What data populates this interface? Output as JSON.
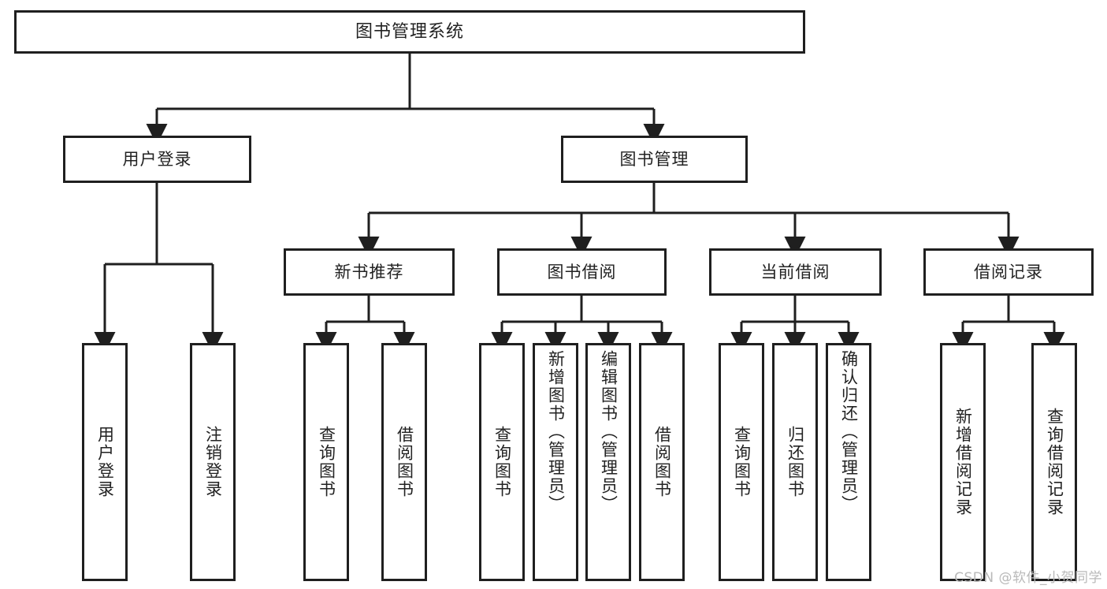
{
  "diagram": {
    "title": "图书管理系统",
    "type": "tree-hierarchy",
    "root": {
      "label": "图书管理系统"
    },
    "level2": [
      {
        "label": "用户登录"
      },
      {
        "label": "图书管理"
      }
    ],
    "level3": [
      {
        "label": "新书推荐"
      },
      {
        "label": "图书借阅"
      },
      {
        "label": "当前借阅"
      },
      {
        "label": "借阅记录"
      }
    ],
    "leaves": {
      "user_login": [
        {
          "label": "用户登录"
        },
        {
          "label": "注销登录"
        }
      ],
      "new_book_recommend": [
        {
          "label": "查询图书"
        },
        {
          "label": "借阅图书"
        }
      ],
      "book_borrow": [
        {
          "label": "查询图书"
        },
        {
          "label": "新增图书（管理员）"
        },
        {
          "label": "编辑图书（管理员）"
        },
        {
          "label": "借阅图书"
        }
      ],
      "current_borrow": [
        {
          "label": "查询图书"
        },
        {
          "label": "归还图书"
        },
        {
          "label": "确认归还（管理员）"
        }
      ],
      "borrow_record": [
        {
          "label": "新增借阅记录"
        },
        {
          "label": "查询借阅记录"
        }
      ]
    }
  },
  "watermark": {
    "text": "CSDN @软件_小贺同学"
  },
  "colors": {
    "stroke": "#1f1f1f",
    "background": "#ffffff",
    "text": "#222222",
    "watermark": "#b9b9b9"
  }
}
